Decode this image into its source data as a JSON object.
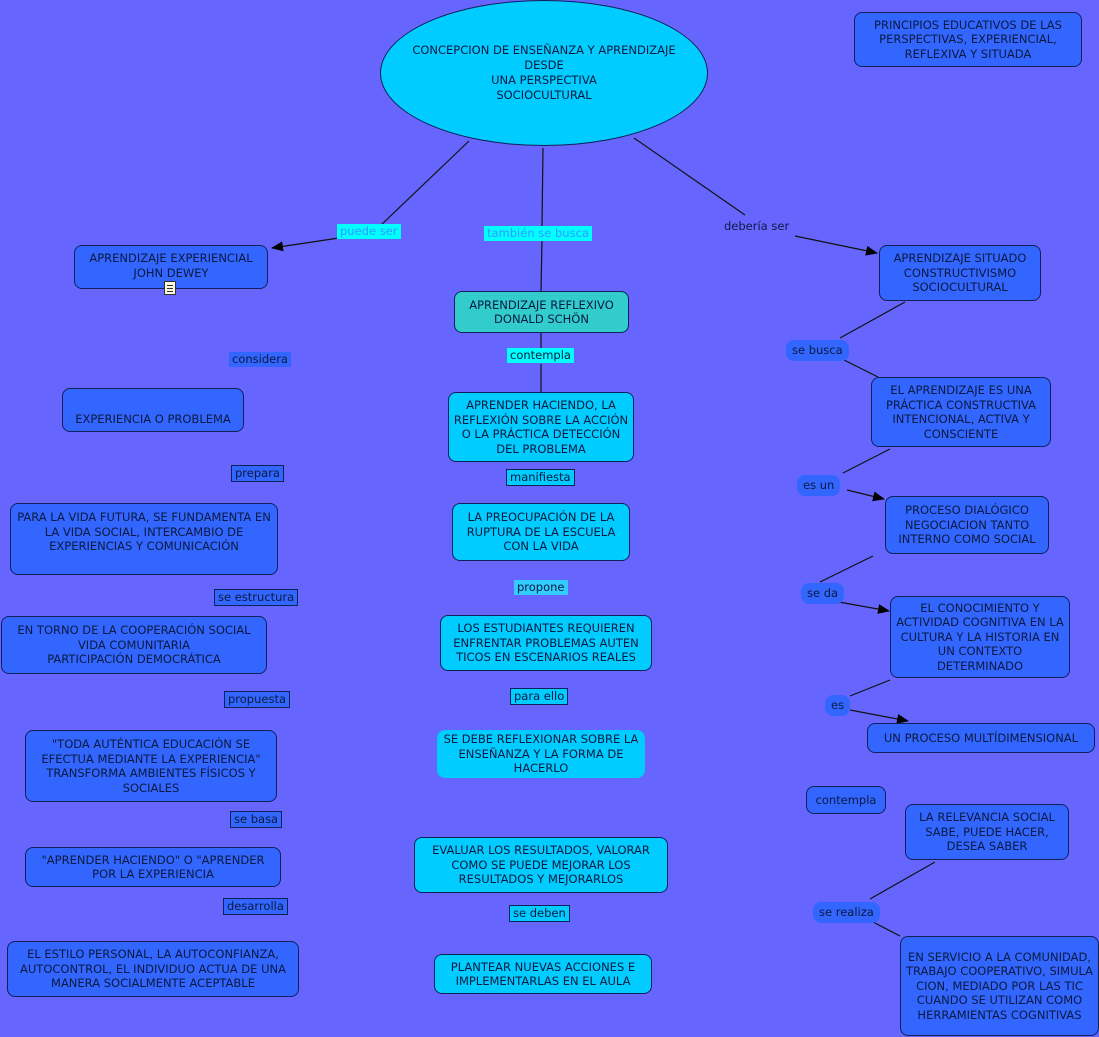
{
  "title": "CONCEPCION DE ENSEÑANZA Y  APRENDIZAJE\nDESDE\nUNA PERSPECTIVA\nSOCIOCULTURAL",
  "principles": "PRINCIPIOS EDUCATIVOS DE LAS PERSPECTIVAS, EXPERIENCIAL, REFLEXIVA Y SITUADA",
  "left": {
    "link_top": "puede ser",
    "nodes": {
      "dewey": "APRENDIZAJE EXPERIENCIAL\nJOHN DEWEY",
      "experiencia": "EXPERIENCIA O PROBLEMA",
      "vida_futura": "PARA LA VIDA FUTURA, SE FUNDAMENTA EN LA VIDA SOCIAL, INTERCAMBIO DE EXPERIENCIAS Y COMUNICACIÓN",
      "cooperacion": "EN TORNO DE LA COOPERACIÓN SOCIAL\nVIDA COMUNITARIA\nPARTICIPACIÓN DEMOCRÁTICA",
      "toda": "\"TODA AUTÉNTICA EDUCACIÓN SE EFECTUA MEDIANTE LA EXPERIENCIA\" TRANSFORMA AMBIENTES FÍSICOS Y SOCIALES",
      "aprender_haciendo": "\"APRENDER HACIENDO\"  O \"APRENDER POR LA EXPERIENCIA",
      "estilo": "EL ESTILO PERSONAL, LA AUTOCONFIANZA, AUTOCONTROL, EL INDIVIDUO ACTUA DE UNA MANERA SOCIALMENTE ACEPTABLE"
    },
    "links": {
      "considera": "considera",
      "prepara": "prepara",
      "se_estructura": "se estructura",
      "propuesta": "propuesta",
      "se_basa": "se basa",
      "desarrolla": "desarrolla"
    }
  },
  "middle": {
    "link_top": " también se busca ",
    "nodes": {
      "reflexivo": "APRENDIZAJE REFLEXIVO\nDONALD SCHÖN",
      "aprender_reflexion": "APRENDER HACIENDO, LA REFLEXIÓN SOBRE LA ACCIÓN O LA PRÁCTICA DETECCIÓN DEL PROBLEMA",
      "preocupacion": "LA PREOCUPACIÓN DE LA RUPTURA DE LA ESCUELA CON LA VIDA",
      "estudiantes": "LOS ESTUDIANTES REQUIEREN ENFRENTAR PROBLEMAS AUTEN TICOS EN ESCENARIOS REALES",
      "se_debe": "SE DEBE REFLEXIONAR SOBRE LA ENSEÑANZA Y LA FORMA DE HACERLO",
      "evaluar": "EVALUAR LOS RESULTADOS, VALORAR COMO SE PUEDE MEJORAR LOS RESULTADOS Y MEJORARLOS",
      "plantear": "PLANTEAR NUEVAS ACCIONES E IMPLEMENTARLAS EN EL AULA"
    },
    "links": {
      "contempla": "contempla",
      "manifiesta": "manifiesta",
      "propone": "propone",
      "para_ello": "para ello",
      "se_deben": "se deben"
    }
  },
  "right": {
    "link_top": "debería ser",
    "nodes": {
      "situado": "APRENDIZAJE SITUADO\nCONSTRUCTIVISMO\nSOCIOCULTURAL",
      "practica": "EL APRENDIZAJE ES UNA PRÁCTICA CONSTRUCTIVA INTENCIONAL, ACTIVA Y CONSCIENTE",
      "dialogico": "PROCESO DIALÓGICO NEGOCIACION TANTO INTERNO COMO SOCIAL",
      "conocimiento": "EL CONOCIMIENTO Y ACTIVIDAD COGNITIVA EN LA CULTURA Y LA HISTORIA EN UN CONTEXTO DETERMINADO",
      "multidimensional": "UN PROCESO MULTÍDIMENSIONAL",
      "contempla": "contempla",
      "relevancia": "LA RELEVANCIA SOCIAL\nSABE, PUEDE HACER,\nDESEA SABER",
      "servicio": "EN SERVICIO A LA COMUNIDAD, TRABAJO COOPERATIVO, SIMULA CION, MEDIADO POR LAS TIC CUANDO SE UTILIZAN COMO HERRAMIENTAS COGNITIVAS"
    },
    "links": {
      "se_busca": "se busca",
      "es_un": "es un ",
      "se_da": "se da",
      "es": "es",
      "se_realiza": "se realiza"
    }
  },
  "colors": {
    "background": "#6666ff",
    "node_blue": "#3366ff",
    "node_cyan": "#00ccff",
    "node_teal": "#33cccc",
    "link_cyan": "#00ffff"
  }
}
